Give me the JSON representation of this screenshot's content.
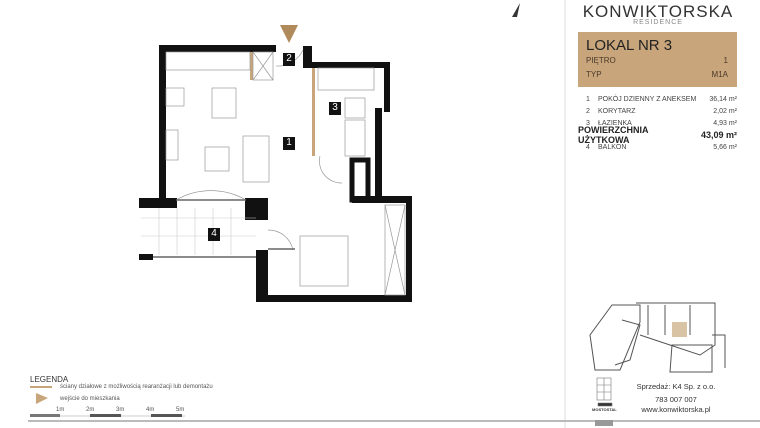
{
  "header": {
    "brand": "KONWIKTORSKA",
    "subtitle": "RESIDENCE"
  },
  "unit": {
    "title": "LOKAL NR 3",
    "floor_label": "PIĘTRO",
    "floor_value": "1",
    "type_label": "TYP",
    "type_value": "M1A"
  },
  "rooms": [
    {
      "num": "1",
      "name": "POKÓJ DZIENNY Z ANEKSEM",
      "area": "36,14 m²"
    },
    {
      "num": "2",
      "name": "KORYTARZ",
      "area": "2,02 m²"
    },
    {
      "num": "3",
      "name": "ŁAZIENKA",
      "area": "4,93 m²"
    }
  ],
  "total": {
    "label": "POWIERZCHNIA UŻYTKOWA",
    "area": "43,09 m²"
  },
  "balcony": {
    "num": "4",
    "name": "BALKON",
    "area": "5,66 m²"
  },
  "plan_labels": [
    "1",
    "2",
    "3",
    "4"
  ],
  "legend": {
    "title": "LEGENDA",
    "walls": "ściany działowe z możliwością rearanżacji lub demontażu",
    "entrance": "wejście do mieszkania",
    "scale": [
      "1m",
      "2m",
      "3m",
      "4m",
      "5m"
    ]
  },
  "contact": {
    "sales": "Sprzedaż: K4 Sp. z o.o.",
    "phone": "783 007 007",
    "web": "www.konwiktorska.pl",
    "logo": "MOSTOSTAL"
  },
  "colors": {
    "accent": "#c8a57b",
    "wall": "#111111"
  },
  "icons": [
    "compass-icon",
    "entrance-arrow-icon"
  ]
}
